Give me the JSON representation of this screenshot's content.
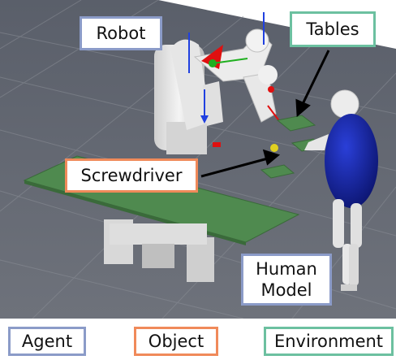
{
  "labels": {
    "robot": "Robot",
    "tables": "Tables",
    "screwdriver": "Screwdriver",
    "human_line1": "Human",
    "human_line2": "Model"
  },
  "legend": {
    "agent": "Agent",
    "object": "Object",
    "environment": "Environment"
  },
  "colors": {
    "agent": "#8b9bc8",
    "object": "#f08a5a",
    "environment": "#6cc0a0"
  }
}
